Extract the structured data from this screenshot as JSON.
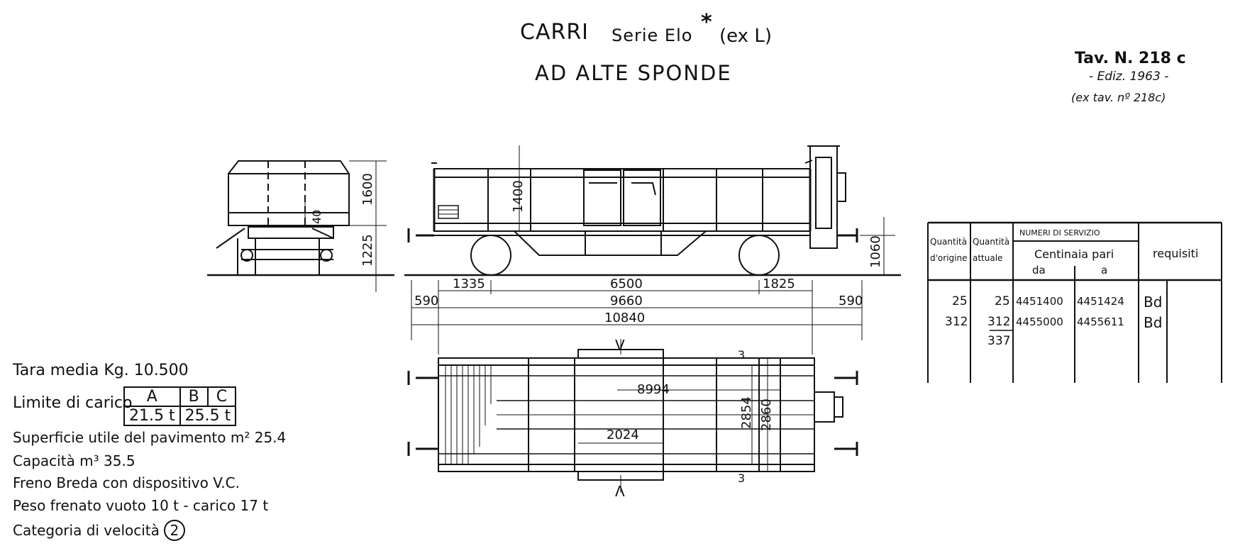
{
  "header": {
    "carri": "CARRI",
    "serie": "Serie Elo",
    "star": "*",
    "ex": "(ex L)",
    "subtitle": "AD ALTE SPONDE",
    "tav": "Tav. N. 218 c",
    "ediz": "- Ediz. 1963 -",
    "ex_tav": "(ex tav. nº 218c)"
  },
  "dimensions": {
    "side_height": "1600",
    "side_base": "1225",
    "side_inner": "40",
    "body_height": "1400",
    "buffer_height": "1060",
    "d1335": "1335",
    "d6500": "6500",
    "d1825": "1825",
    "d590_left": "590",
    "d9660": "9660",
    "d590_right": "590",
    "d10840": "10840",
    "d8994": "8994",
    "d2024": "2024",
    "d2854": "2854",
    "d2860": "2860",
    "section_mark": "V",
    "section_mark_bottom": "Λ",
    "section_num_top": "3",
    "section_num_bottom": "3"
  },
  "service_table": {
    "header_qty_orig": [
      "Quantità",
      "d'origine"
    ],
    "header_qty_att": [
      "Quantità",
      "attuale"
    ],
    "header_numeri": "NUMERI DI SERVIZIO",
    "header_centinaia": "Centinaia pari",
    "header_da": "da",
    "header_a": "a",
    "header_requisiti": "requisiti",
    "rows": [
      {
        "orig": "25",
        "att": "25",
        "da": "4451400",
        "a": "4451424",
        "req": "Bd"
      },
      {
        "orig": "312",
        "att": "312",
        "da": "4455000",
        "a": "4455611",
        "req": "Bd"
      }
    ],
    "total": "337"
  },
  "specs": {
    "tara": "Tara media  Kg. 10.500",
    "limite_label": "Limite di carico",
    "limite_headers": [
      "A",
      "B",
      "C"
    ],
    "limite_values": [
      "21.5 t",
      "25.5 t"
    ],
    "superficie": "Superficie utile del pavimento m² 25.4",
    "capacita": "Capacità  m³ 35.5",
    "freno": "Freno Breda con dispositivo V.C.",
    "peso": "Peso frenato vuoto 10 t - carico 17 t",
    "categoria": "Categoria  di velocità",
    "categoria_num": "2"
  }
}
